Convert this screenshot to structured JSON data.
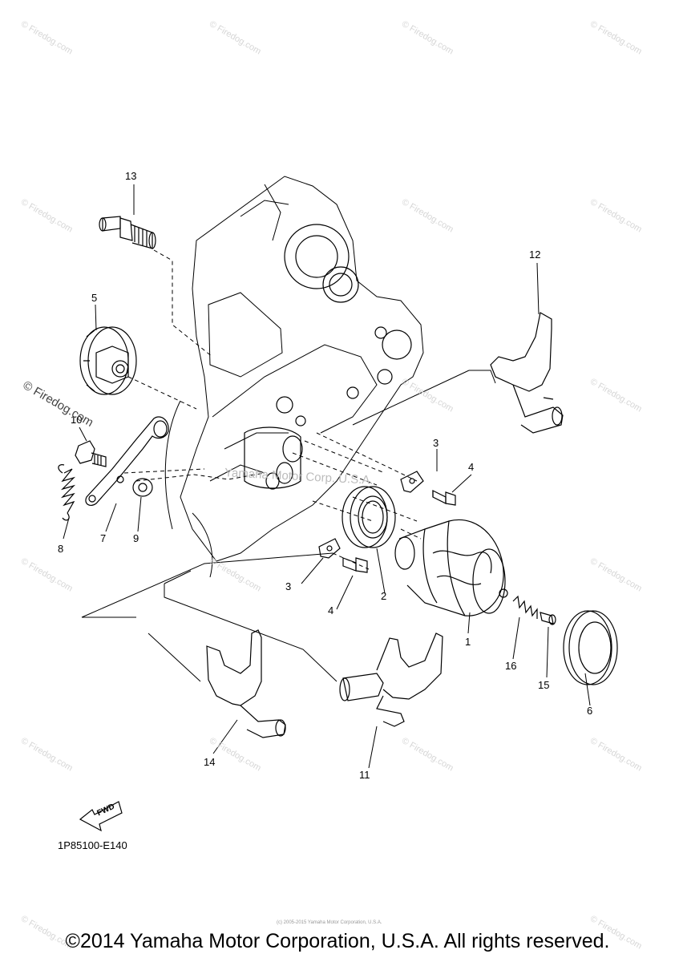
{
  "callouts": [
    "1",
    "2",
    "3",
    "3",
    "4",
    "4",
    "5",
    "6",
    "7",
    "8",
    "9",
    "10",
    "11",
    "12",
    "13",
    "14",
    "15",
    "16"
  ],
  "part_code": "1P85100-E140",
  "fwd_label": "FWD",
  "watermark_center": "Yamaha Motor Corp. U.S.A.",
  "watermark_firedog": "© Firedog.com",
  "watermark_small": "© Firedog.com",
  "tiny_note": "(c) 2005-2015 Yamaha Motor Corporation, U.S.A.",
  "copyright": "©2014 Yamaha Motor Corporation, U.S.A. All rights reserved."
}
